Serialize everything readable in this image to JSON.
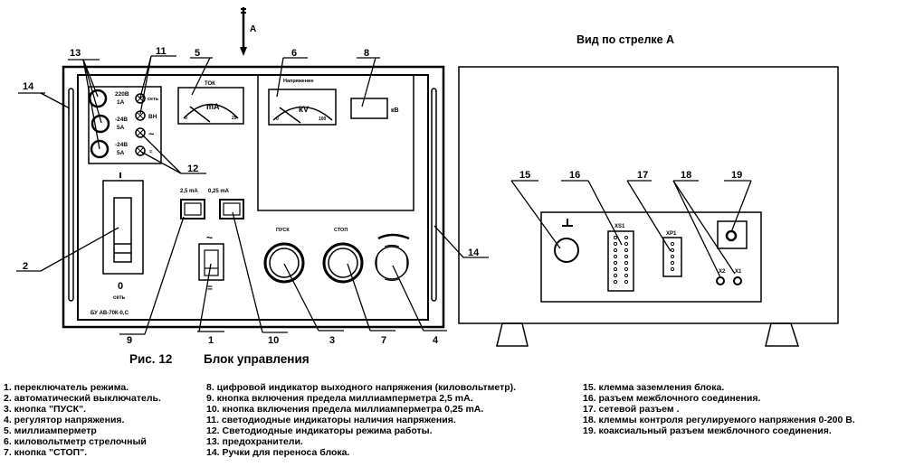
{
  "figure": {
    "caption_number": "Рис. 12",
    "caption_title": "Блок управления",
    "view_title": "Вид по стрелке А",
    "arrow_label": "А"
  },
  "front_panel": {
    "model_label": "БУ АВ-70К-0,С",
    "fuses": [
      {
        "rating_voltage": "220В",
        "rating_current": "1А"
      },
      {
        "rating_voltage": "-24В",
        "rating_current": "5А"
      },
      {
        "rating_voltage": "-24В",
        "rating_current": "5А"
      }
    ],
    "leds": [
      {
        "label": "сеть"
      },
      {
        "label": "ВН"
      },
      {
        "label": "~"
      },
      {
        "label": "="
      }
    ],
    "milliammeter": {
      "title": "ТОК",
      "unit": "mA",
      "scale_min": "0",
      "scale_max": "25"
    },
    "kilovoltmeter": {
      "title": "Напряжение",
      "unit": "kV",
      "scale_min": "0",
      "scale_max": "100"
    },
    "digital_indicator": {
      "unit": "кВ"
    },
    "main_switch": {
      "on_label": "I",
      "off_label": "0",
      "name": "сеть"
    },
    "range_buttons": [
      {
        "label": "2,5 mA"
      },
      {
        "label": "0,25 mA"
      }
    ],
    "mode_switch": {
      "top_label": "~",
      "bottom_label": "="
    },
    "start_button": {
      "label": "ПУСК"
    },
    "stop_button": {
      "label": "СТОП"
    }
  },
  "rear_panel": {
    "connector_xs1": "XS1",
    "connector_xp1": "XP1",
    "terminal_x2": "X2",
    "terminal_x1": "X1"
  },
  "callouts": [
    "1",
    "2",
    "3",
    "4",
    "5",
    "6",
    "7",
    "8",
    "9",
    "10",
    "11",
    "12",
    "13",
    "14",
    "14",
    "15",
    "16",
    "17",
    "18",
    "19"
  ],
  "legend": {
    "col1": [
      "1. переключатель режима.",
      "2. автоматический выключатель.",
      "3. кнопка \"ПУСК\".",
      "4. регулятор напряжения.",
      "5. миллиамперметр",
      "6. киловольтметр стрелочный",
      "7. кнопка \"СТОП\"."
    ],
    "col2": [
      "8. цифровой индикатор выходного напряжения (киловольтметр).",
      "9. кнопка включения предела миллиамперметра 2,5 mA.",
      "10. кнопка включения предела миллиамперметра 0,25 mA.",
      "11. светодиодные индикаторы наличия напряжения.",
      "12. Светодиодные индикаторы режима работы.",
      "13. предохранители.",
      "14. Ручки для переноса блока."
    ],
    "col3": [
      "15. клемма заземления блока.",
      "16. разъем межблочного соединения.",
      "17. сетевой разъем .",
      "18. клеммы контроля регулируемого напряжения 0-200 В.",
      "19. коаксиальный разъем межблочного соединения."
    ]
  }
}
